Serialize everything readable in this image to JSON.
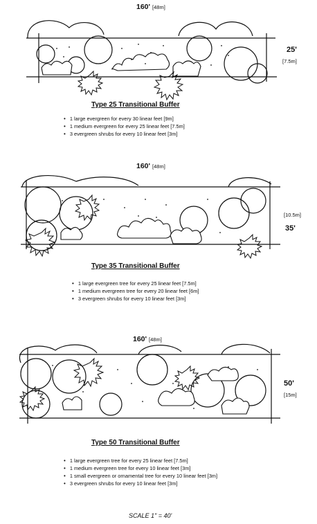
{
  "diagrams": [
    {
      "width_label": "160'",
      "width_metric": "[48m]",
      "depth_label": "25'",
      "depth_metric": "[7.5m]",
      "title": "Type 25 Transitional Buffer",
      "requirements": [
        "1 large evergreen for every 30 linear feet [9m]",
        "1 medium evergreen for every 25 linear feet [7.5m]",
        "3 evergreen shrubs for every 10 linear feet [3m]"
      ]
    },
    {
      "width_label": "160'",
      "width_metric": "[48m]",
      "depth_label": "35'",
      "depth_metric": "[10.5m]",
      "title": "Type 35 Transitional Buffer",
      "requirements": [
        "1 large evergreen tree for every 25 linear feet [7.5m]",
        "1 medium evergreen tree for every 20 linear feet [6m]",
        "3 evergreen shrubs for every 10 linear feet [3m]"
      ]
    },
    {
      "width_label": "160'",
      "width_metric": "[48m]",
      "depth_label": "50'",
      "depth_metric": "[15m]",
      "title": "Type 50 Transitional Buffer",
      "requirements": [
        "1 large evergreen tree for every 25 linear feet [7.5m]",
        "1 medium evergreen tree for every 10 linear feet [3m]",
        "1 small evergreen or ornamental tree for every 10 linear feet [3m]",
        "3 evergreen shrubs for every 10 linear feet [3m]"
      ]
    }
  ],
  "scale_note": "SCALE 1\" = 40'",
  "colors": {
    "ink": "#111111",
    "paper": "#ffffff"
  }
}
